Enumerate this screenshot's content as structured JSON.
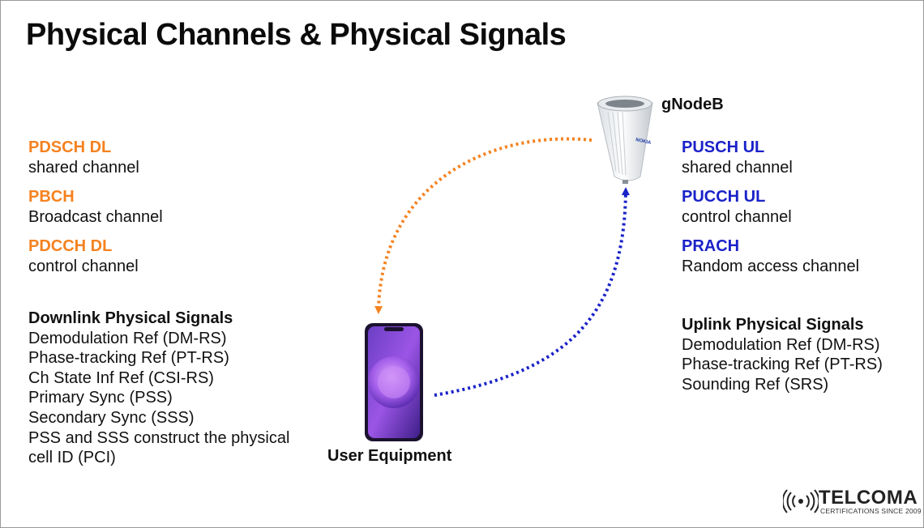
{
  "title": "Physical Channels & Physical Signals",
  "downlink_channels": [
    {
      "name": "PDSCH DL",
      "desc": "shared channel"
    },
    {
      "name": "PBCH",
      "desc": "Broadcast channel"
    },
    {
      "name": "PDCCH DL",
      "desc": "control channel"
    }
  ],
  "uplink_channels": [
    {
      "name": "PUSCH UL",
      "desc": "shared channel"
    },
    {
      "name": "PUCCH UL",
      "desc": "control channel"
    },
    {
      "name": "PRACH",
      "desc": "Random access channel"
    }
  ],
  "downlink_signals": {
    "title": "Downlink Physical Signals",
    "items": [
      "Demodulation Ref (DM-RS)",
      "Phase-tracking Ref (PT-RS)",
      "Ch State Inf Ref (CSI-RS)",
      "Primary Sync (PSS)",
      "Secondary Sync (SSS)",
      "PSS and SSS construct the physical",
      "cell ID (PCI)"
    ]
  },
  "uplink_signals": {
    "title": "Uplink Physical Signals",
    "items": [
      "Demodulation Ref (DM-RS)",
      "Phase-tracking Ref (PT-RS)",
      "Sounding Ref (SRS)"
    ]
  },
  "gnodeb": {
    "label": "gNodeB",
    "brand": "NOKIA"
  },
  "ue": {
    "label": "User Equipment"
  },
  "logo": {
    "name": "TELCOMA",
    "tagline": "CERTIFICATIONS SINCE 2009"
  },
  "colors": {
    "downlink": "#f58220",
    "uplink": "#1a22c8"
  }
}
